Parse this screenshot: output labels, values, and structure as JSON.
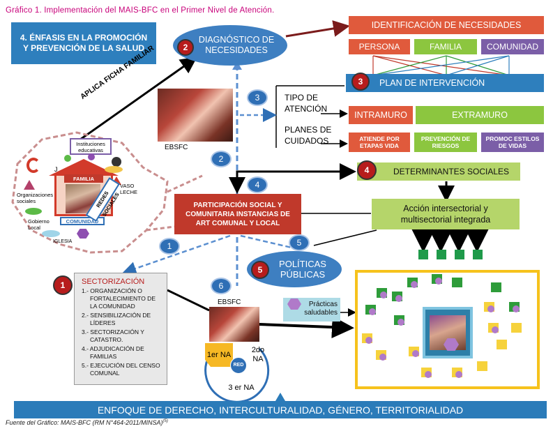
{
  "title": "Gráfico 1. Implementación del MAIS-BFC en el Primer Nivel de Atención.",
  "source": "Fuente del Gráfico: MAIS-BFC (RM N°464-2011/MINSA)",
  "source_sup": "(5)",
  "colors": {
    "blue_box": "#2e7fbd",
    "oval": "#3e7fc1",
    "red_box": "#c0392b",
    "orange_box": "#e05a3c",
    "green_box": "#8cc63f",
    "light_green": "#b5d56a",
    "purple_box": "#7b5ea7",
    "yellow_frame": "#f6c21c",
    "dark_red_circle": "#b71c1c",
    "blue_circle": "#2f6fb5",
    "bottom_bar": "#2b7bb9"
  },
  "emphasis_box": "4. ÉNFASIS EN LA PROMOCIÓN Y PREVENCIÓN DE LA SALUD",
  "diagnostico": {
    "number": "2",
    "label": "DIAGNÓSTICO DE NECESIDADES"
  },
  "identificacion": {
    "header": "IDENTIFICACIÓN DE NECESIDADES",
    "persona": "PERSONA",
    "familia": "FAMILIA",
    "comunidad": "COMUNIDAD"
  },
  "plan": {
    "number": "3",
    "label": "PLAN DE INTERVENCIÓN"
  },
  "tipo_atencion": "TIPO DE ATENCIÓN",
  "planes_cuidados": "PLANES DE CUIDADOS",
  "intramuro": "INTRAMURO",
  "extramuro": "EXTRAMURO",
  "sub_boxes": {
    "atiende": "ATIENDE POR ETAPAS VIDA",
    "prevencion": "PREVENCIÓN DE RIESGOS",
    "promoc": "PROMOC ESTILOS DE VIDAS"
  },
  "determinantes": {
    "number": "4",
    "label": "DETERMINANTES SOCIALES"
  },
  "accion": "Acción intersectorial y multisectorial integrada",
  "participacion": "PARTICIPACIÓN SOCIAL Y COMUNITARIA INSTANCIAS DE ART COMUNAL Y LOCAL",
  "politicas": {
    "number": "5",
    "label": "POLÍTICAS PÚBLICAS"
  },
  "practicas": "Prácticas saludables",
  "sectorizacion": {
    "number": "1",
    "title": "SECTORIZACIÓN",
    "items": [
      "1.- ORGANIZACIÓN O FORTALECIMIENTO DE LA COMUNIDAD",
      "2.- SENSIBILIZACIÓN DE LÍDERES",
      "3.- SECTORIZACIÓN Y CATASTRO.",
      "4.- ADJUDICACIÓN DE FAMILIAS",
      "5.- EJECUCIÓN DEL CENSO COMUNAL"
    ]
  },
  "aplica_ficha": "APLICA FICHA FAMILIAR",
  "ebsfc_top": "EBSFC",
  "ebsfc_bottom": "EBSFC",
  "community": {
    "instituciones": "Instituciones educativas",
    "familia": "FAMILIA",
    "comunidad": "COMUNIDAD",
    "organizaciones": "Organizaciones sociales",
    "gobierno": "Gobierno Local",
    "iglesia": "IGLESIA",
    "vaso": "VASO LECHE",
    "redes": "REDES SOCIALES",
    "j_letter": "J"
  },
  "circle_labels": {
    "c1": "1",
    "c2": "2",
    "c3": "3",
    "c4": "4",
    "c5": "5",
    "c6": "6"
  },
  "red_cycle": {
    "primer": "1er NA",
    "segundo": "2do NA",
    "tercer": "3 er NA",
    "red": "RED"
  },
  "bottom_bar": "ENFOQUE DE DERECHO, INTERCULTURALIDAD, GÉNERO, TERRITORIALIDAD"
}
